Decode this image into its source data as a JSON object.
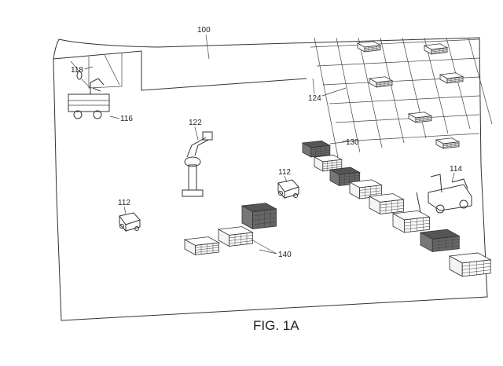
{
  "figure": {
    "caption": "FIG. 1A",
    "labels": {
      "environment": "100",
      "tether": "118",
      "mobile_manipulator": "116",
      "robotic_arm": "122",
      "rack": "124",
      "pallets_row": "130",
      "agv_right": "112",
      "agv_left": "112",
      "forklift": "114",
      "pallet_stack": "140"
    }
  }
}
